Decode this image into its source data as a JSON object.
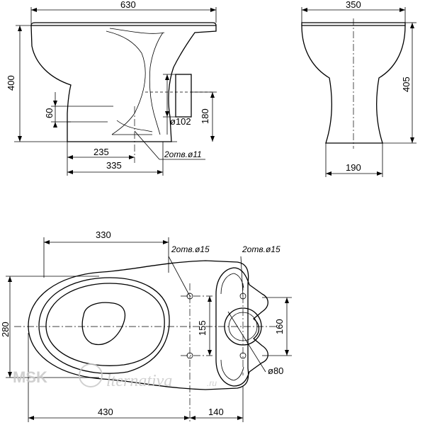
{
  "side_view": {
    "width_label": "630",
    "height_label": "400",
    "offset_60_label": "60",
    "outlet_dia_label": "ø102",
    "outlet_height_label": "180",
    "dim_235_label": "235",
    "dim_335_label": "335",
    "holes_label": "2отв.ø11"
  },
  "front_view": {
    "width_label": "350",
    "height_label": "405",
    "base_label": "190"
  },
  "plan_view": {
    "dim_330_label": "330",
    "holes_left_label": "2отв.ø15",
    "holes_right_label": "2отв.ø15",
    "depth_label": "280",
    "hole_spacing_label": "155",
    "tank_width_label": "160",
    "inlet_dia_label": "ø80",
    "dim_430_label": "430",
    "dim_140_label": "140"
  },
  "watermark": {
    "brand_a": "MSK",
    "brand_b": "lternativa",
    "brand_c": ".ru"
  }
}
